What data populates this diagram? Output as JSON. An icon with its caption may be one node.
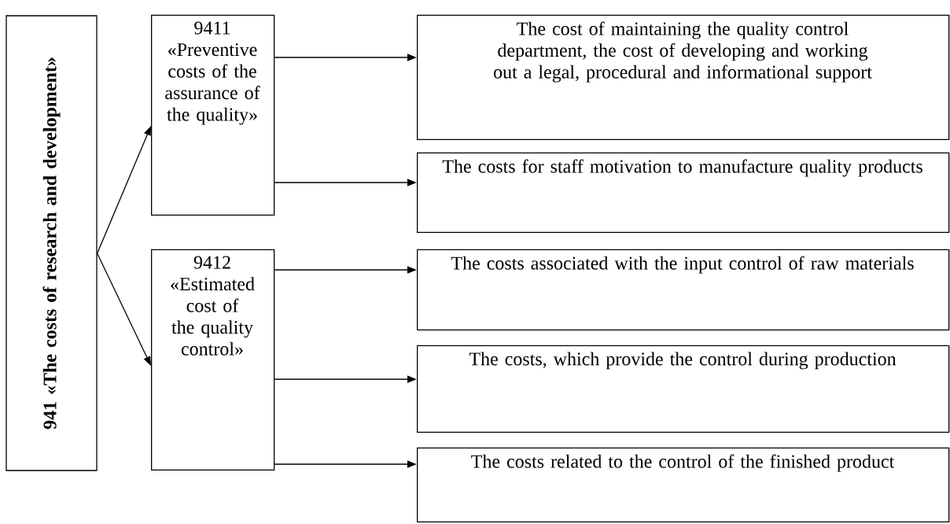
{
  "diagram": {
    "nodes": [
      {
        "text": [
          "941 «The costs of research and development»"
        ]
      },
      {
        "text": [
          "9411 «Preventive costs of the assurance of the quality»"
        ]
      },
      {
        "text": [
          "9412 «Estimated cost of the quality control»"
        ]
      },
      {
        "text": [
          "The cost of maintaining the quality control department, the cost of developing and working out a legal, procedural and informational support"
        ]
      },
      {
        "text": [
          "The costs for staff motivation to manufacture quality products"
        ]
      },
      {
        "text": [
          "The costs associated with the input control of raw materials"
        ]
      },
      {
        "text": [
          "The costs, which provide the control during production"
        ]
      },
      {
        "text": [
          "The costs related to the control of the finished product"
        ]
      }
    ],
    "edges": [
      {
        "from": 0,
        "to": 1,
        "arrow": "to"
      },
      {
        "from": 0,
        "to": 2,
        "arrow": "to"
      },
      {
        "from": 1,
        "to": 3,
        "arrow": "to"
      },
      {
        "from": 1,
        "to": 4,
        "arrow": "to"
      },
      {
        "from": 2,
        "to": 5,
        "arrow": "to"
      },
      {
        "from": 2,
        "to": 6,
        "arrow": "to"
      },
      {
        "from": 2,
        "to": 7,
        "arrow": "to"
      }
    ]
  }
}
